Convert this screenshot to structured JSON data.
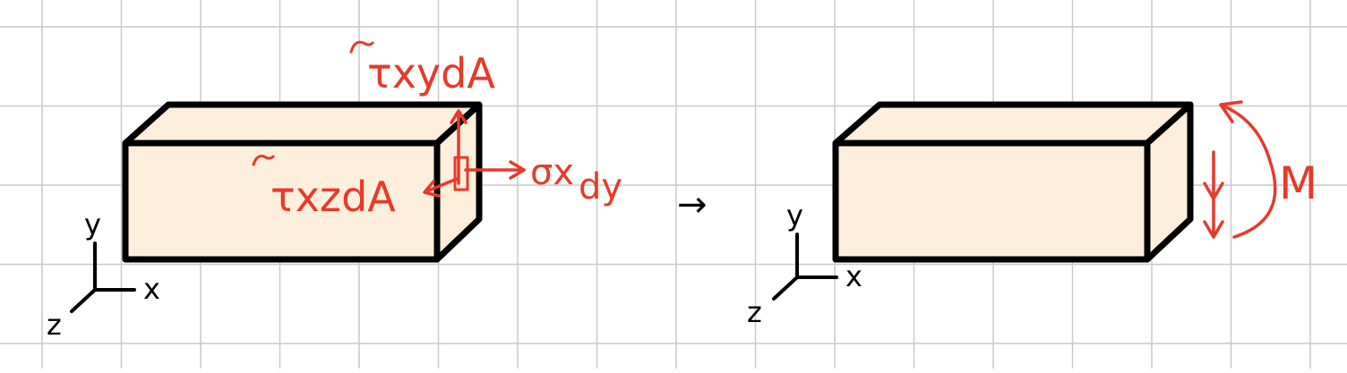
{
  "colors": {
    "grid": "#c9c9c9",
    "background": "#ffffff",
    "box_fill": "#fdefdc",
    "box_stroke": "#000000",
    "annotation": "#e8392b",
    "axis": "#000000"
  },
  "left_figure": {
    "axes": {
      "x": "x",
      "y": "y",
      "z": "z"
    },
    "labels": {
      "txy": "τxydA",
      "txz": "τxzdA",
      "sigma": "σx",
      "sigma_suffix": "dy"
    }
  },
  "arrow_between": "→",
  "right_figure": {
    "axes": {
      "x": "x",
      "y": "y",
      "z": "z"
    },
    "labels": {
      "moment": "M"
    }
  }
}
